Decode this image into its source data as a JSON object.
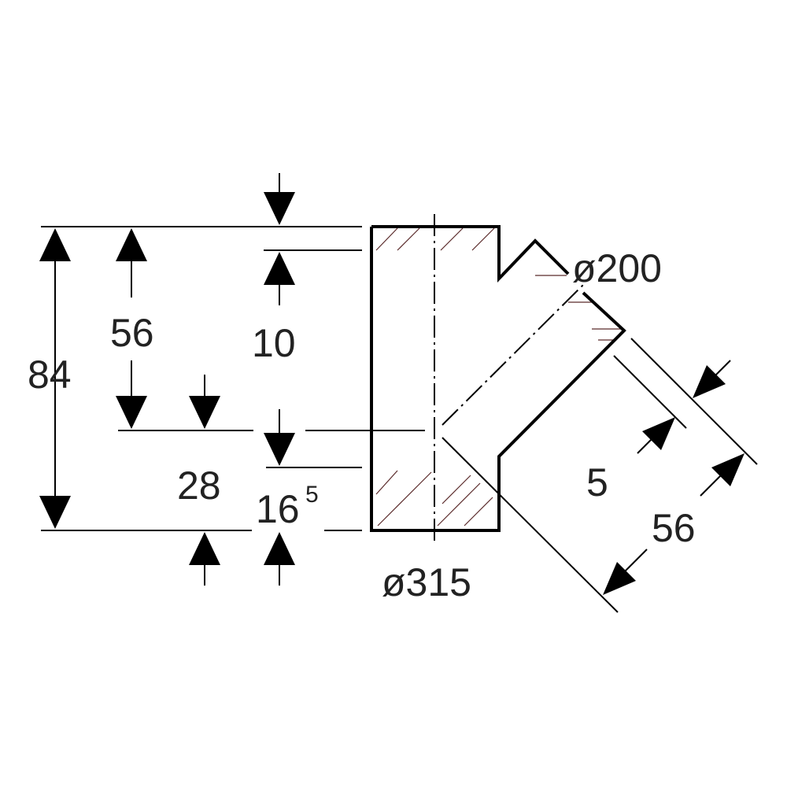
{
  "drawing": {
    "colors": {
      "line": "#000000",
      "text": "#222222",
      "hatch": "#5a2a2a"
    },
    "dimensions": {
      "overall_height": "84",
      "upper_height": "56",
      "top_offset": "10",
      "lower_height": "28",
      "lower_offset_base": "16",
      "lower_offset_sup": "5",
      "branch_diameter": "ø200",
      "main_diameter": "ø315",
      "branch_inset": "5",
      "branch_length": "56"
    }
  }
}
